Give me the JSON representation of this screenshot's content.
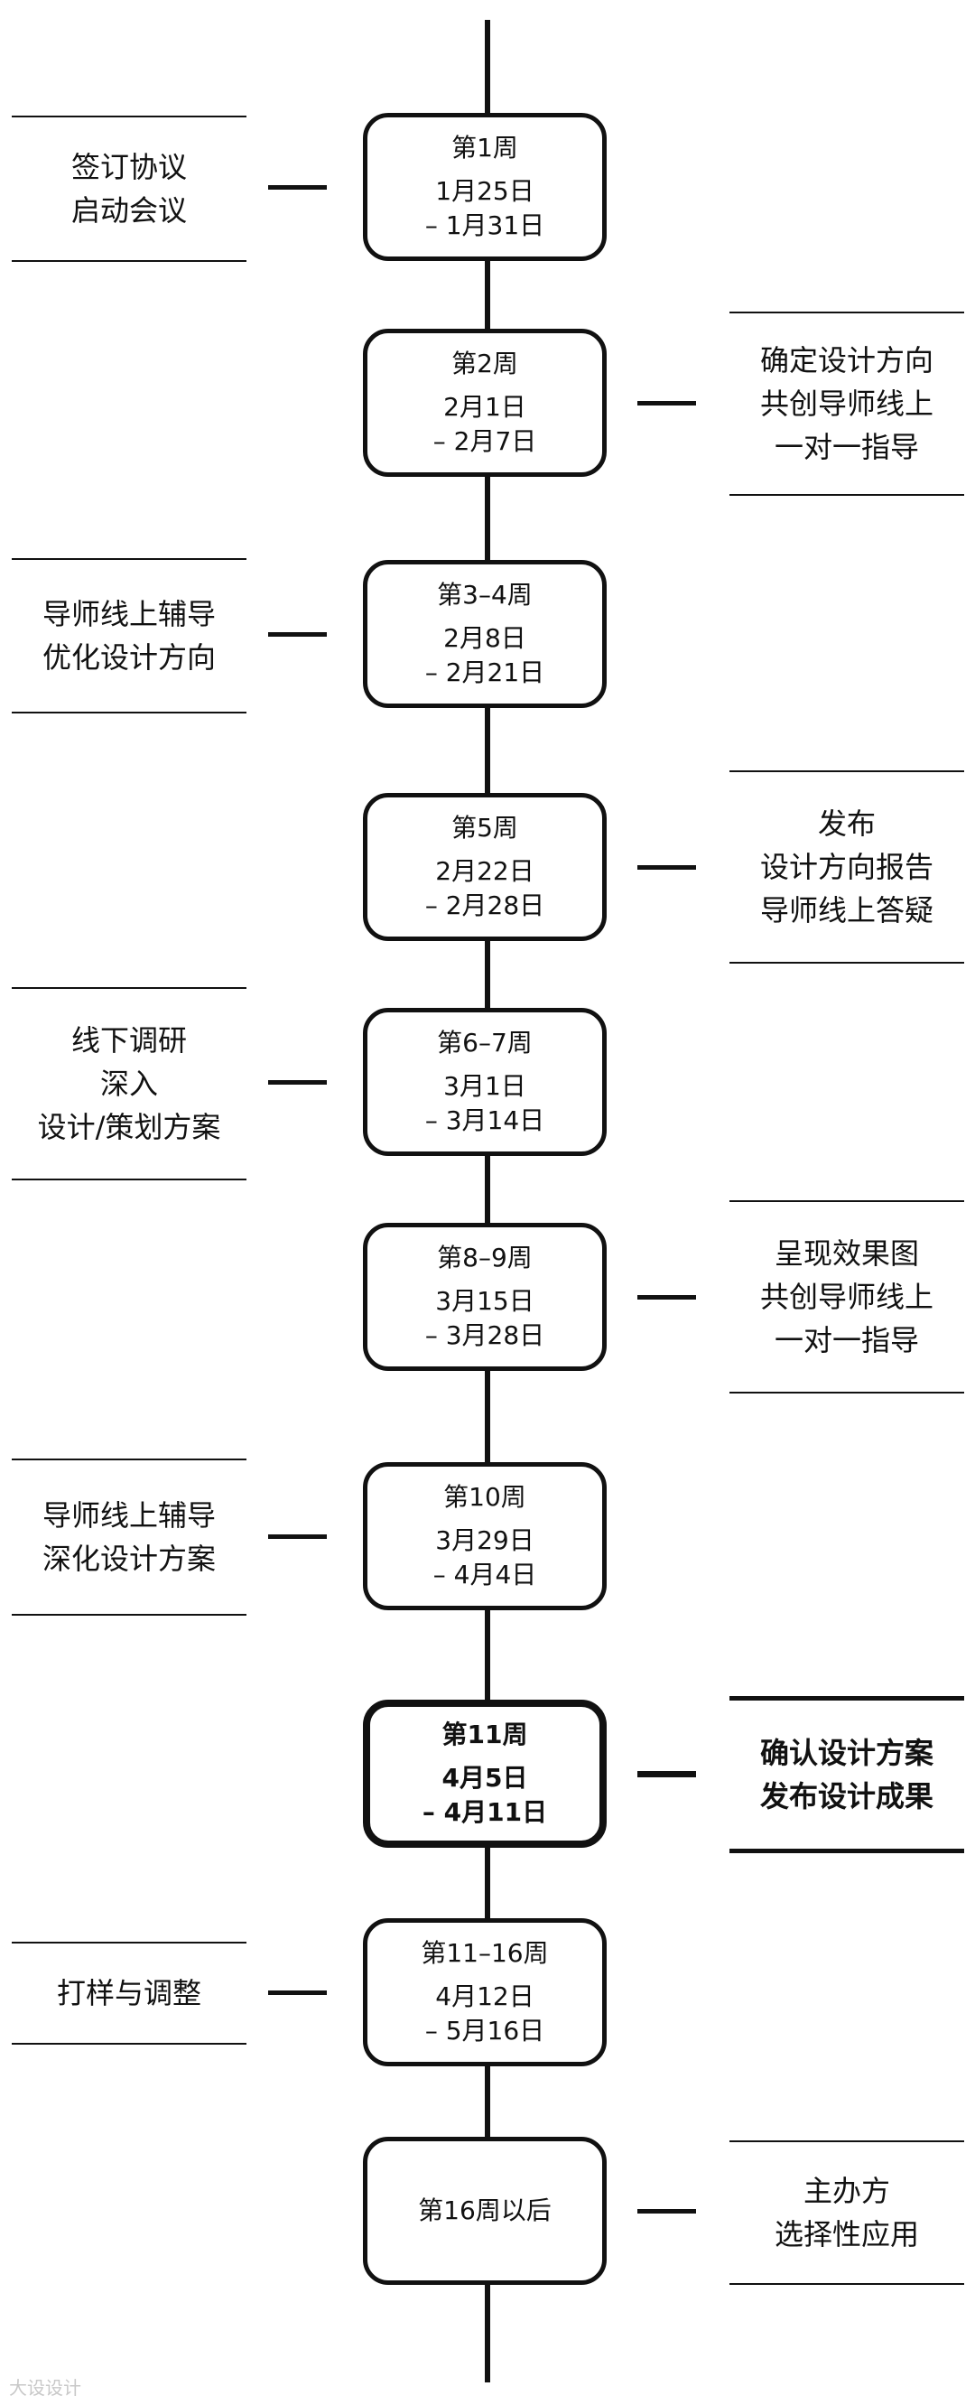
{
  "steps": [
    {
      "week": "第1周",
      "date_start": "1月25日",
      "date_end": "– 1月31日",
      "note_side": "left",
      "note": [
        "签订协议",
        "启动会议"
      ]
    },
    {
      "week": "第2周",
      "date_start": "2月1日",
      "date_end": "– 2月7日",
      "note_side": "right",
      "note": [
        "确定设计方向",
        "共创导师线上",
        "一对一指导"
      ]
    },
    {
      "week": "第3–4周",
      "date_start": "2月8日",
      "date_end": "– 2月21日",
      "note_side": "left",
      "note": [
        "导师线上辅导",
        "优化设计方向"
      ]
    },
    {
      "week": "第5周",
      "date_start": "2月22日",
      "date_end": "– 2月28日",
      "note_side": "right",
      "note": [
        "发布",
        "设计方向报告",
        "导师线上答疑"
      ]
    },
    {
      "week": "第6–7周",
      "date_start": "3月1日",
      "date_end": "– 3月14日",
      "note_side": "left",
      "note": [
        "线下调研",
        "深入",
        "设计/策划方案"
      ]
    },
    {
      "week": "第8–9周",
      "date_start": "3月15日",
      "date_end": "– 3月28日",
      "note_side": "right",
      "note": [
        "呈现效果图",
        "共创导师线上",
        "一对一指导"
      ]
    },
    {
      "week": "第10周",
      "date_start": "3月29日",
      "date_end": "– 4月4日",
      "note_side": "left",
      "note": [
        "导师线上辅导",
        "深化设计方案"
      ]
    },
    {
      "week": "第11周",
      "date_start": "4月5日",
      "date_end": "– 4月11日",
      "note_side": "right",
      "note": [
        "确认设计方案",
        "发布设计成果"
      ],
      "emphasis": true
    },
    {
      "week": "第11–16周",
      "date_start": "4月12日",
      "date_end": "– 5月16日",
      "note_side": "left",
      "note": [
        "打样与调整"
      ]
    },
    {
      "week": "第16周以后",
      "note_side": "right",
      "note": [
        "主办方",
        "选择性应用"
      ]
    }
  ],
  "watermark": "大设设计"
}
